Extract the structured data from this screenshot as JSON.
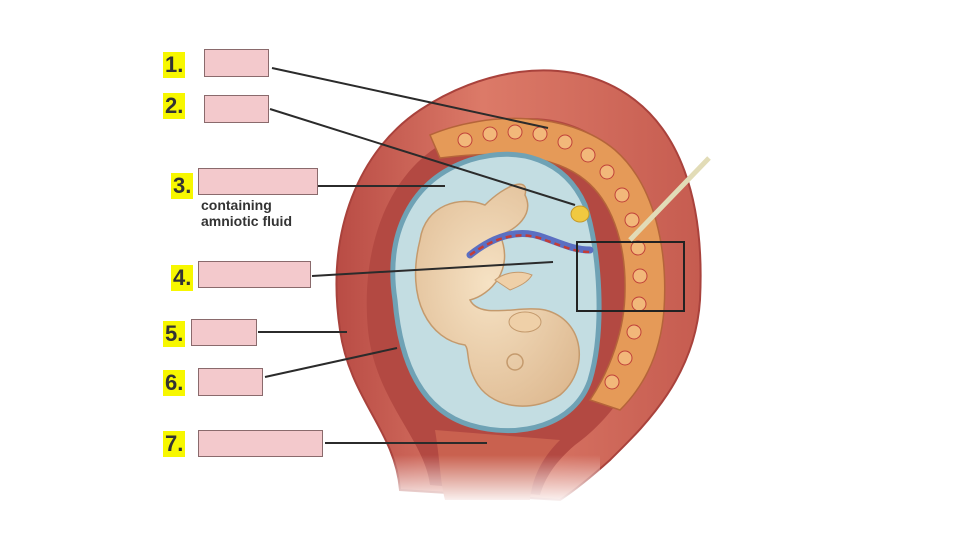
{
  "labels": [
    {
      "number": "1.",
      "answer": ""
    },
    {
      "number": "2.",
      "answer": ""
    },
    {
      "number": "3.",
      "answer": ""
    },
    {
      "number": "4.",
      "answer": ""
    },
    {
      "number": "5.",
      "answer": ""
    },
    {
      "number": "6.",
      "answer": ""
    },
    {
      "number": "7.",
      "answer": ""
    }
  ],
  "caption_3": "containing\namniotic fluid",
  "colors": {
    "label_highlight": "#f7f700",
    "answer_box": "#f3c9cc",
    "uterus_wall": "#d46a5c",
    "amniotic_fluid": "#c3dde2",
    "fetus_skin": "#f1d7b3",
    "placenta": "#e7a45b"
  }
}
